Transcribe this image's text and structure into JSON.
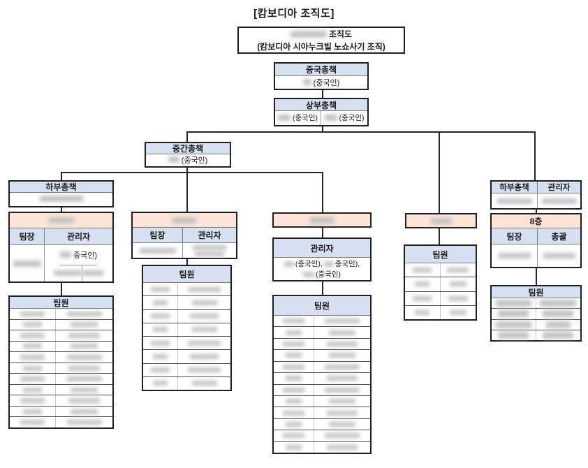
{
  "title": "[캄보디아 조직도]",
  "legend": {
    "name_suffix": "조직도",
    "subtitle": "(캄보디아 시아누크빌 노쇼사기 조직)"
  },
  "labels": {
    "team_leader": "팀장",
    "manager": "관리자",
    "member": "팀원",
    "overall": "총괄",
    "lower_chief": "하부총책"
  },
  "china_chief": {
    "title": "중국총책",
    "nationality": "(중국인)"
  },
  "upper_chief": {
    "title": "상부총책",
    "cells": [
      "(중국인)",
      "(중국인)"
    ]
  },
  "middle_chief": {
    "title": "중간총책",
    "nationality": "(중국인)"
  },
  "left_lower_chief": {
    "title": "하부총책"
  },
  "team1": {
    "manager_note": "중국인)",
    "member_rows": 11
  },
  "team2": {
    "member_rows": 8
  },
  "team3": {
    "manager_frag1": "(중국인),",
    "manager_frag2": "중국인),",
    "manager_frag3": "(중국인)",
    "member_rows": 12
  },
  "team4": {
    "member_rows": 4
  },
  "right_branch": {
    "floor": "8층",
    "member_rows": 4
  }
}
